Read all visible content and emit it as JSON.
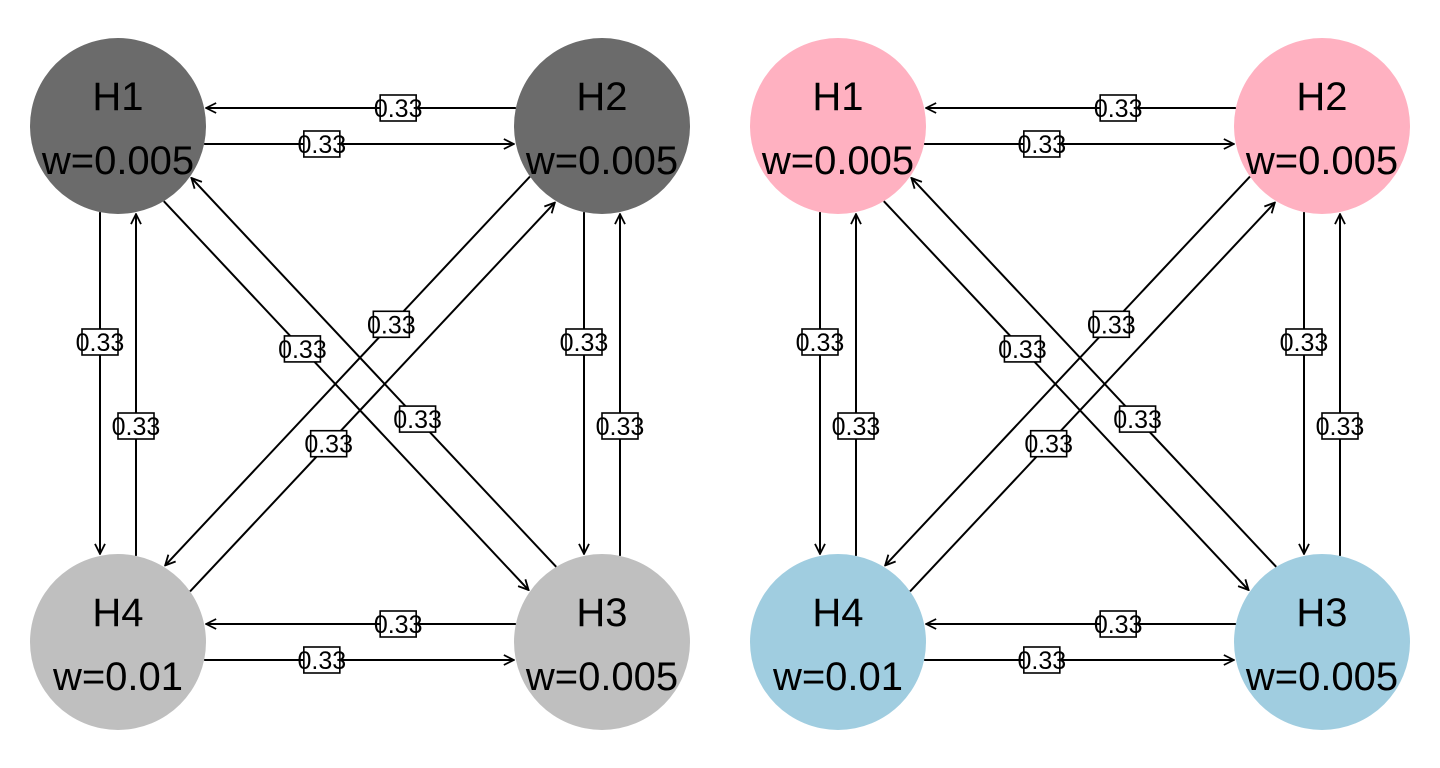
{
  "panels": [
    {
      "id": "left",
      "nodes": [
        {
          "id": "H1",
          "label": "H1",
          "weight": "w=0.005",
          "color": "#6b6b6b"
        },
        {
          "id": "H2",
          "label": "H2",
          "weight": "w=0.005",
          "color": "#6b6b6b"
        },
        {
          "id": "H3",
          "label": "H3",
          "weight": "w=0.005",
          "color": "#bfbfbf"
        },
        {
          "id": "H4",
          "label": "H4",
          "weight": "w=0.01",
          "color": "#bfbfbf"
        }
      ]
    },
    {
      "id": "right",
      "nodes": [
        {
          "id": "H1",
          "label": "H1",
          "weight": "w=0.005",
          "color": "#ffb1c1"
        },
        {
          "id": "H2",
          "label": "H2",
          "weight": "w=0.005",
          "color": "#ffb1c1"
        },
        {
          "id": "H3",
          "label": "H3",
          "weight": "w=0.005",
          "color": "#a0cde0"
        },
        {
          "id": "H4",
          "label": "H4",
          "weight": "w=0.01",
          "color": "#a0cde0"
        }
      ]
    }
  ],
  "edges": [
    {
      "from": "H1",
      "to": "H2",
      "label": "0.33"
    },
    {
      "from": "H2",
      "to": "H1",
      "label": "0.33"
    },
    {
      "from": "H1",
      "to": "H4",
      "label": "0.33"
    },
    {
      "from": "H4",
      "to": "H1",
      "label": "0.33"
    },
    {
      "from": "H1",
      "to": "H3",
      "label": "0.33"
    },
    {
      "from": "H3",
      "to": "H1",
      "label": "0.33"
    },
    {
      "from": "H2",
      "to": "H3",
      "label": "0.33"
    },
    {
      "from": "H3",
      "to": "H2",
      "label": "0.33"
    },
    {
      "from": "H2",
      "to": "H4",
      "label": "0.33"
    },
    {
      "from": "H4",
      "to": "H2",
      "label": "0.33"
    },
    {
      "from": "H4",
      "to": "H3",
      "label": "0.33"
    },
    {
      "from": "H3",
      "to": "H4",
      "label": "0.33"
    }
  ]
}
